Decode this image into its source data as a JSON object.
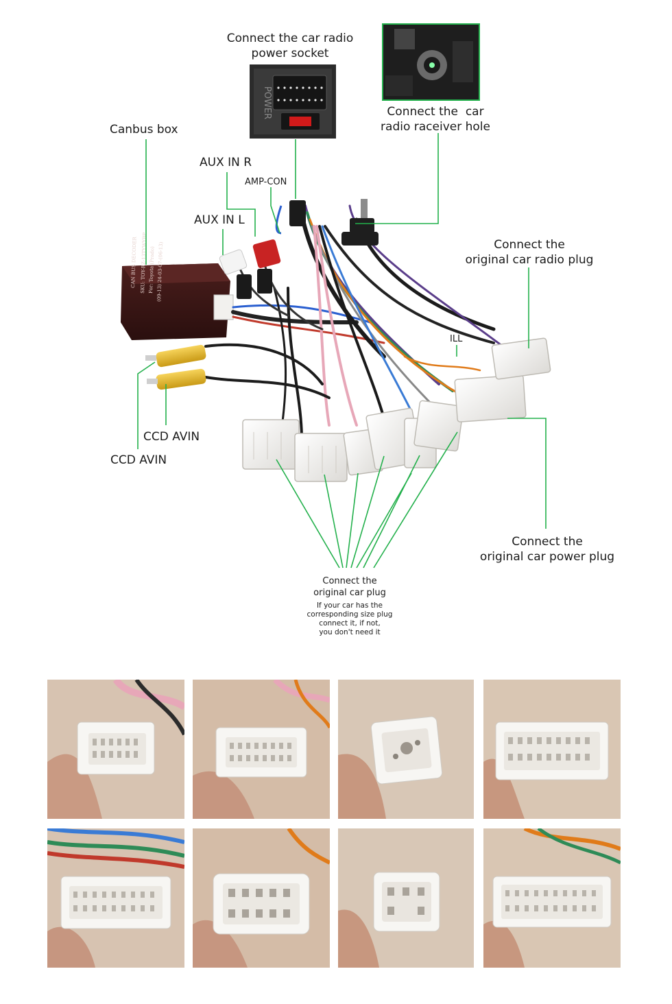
{
  "diagram": {
    "labels": {
      "power_socket": "Connect the car radio\npower socket",
      "receiver_hole": "Connect the  car\nradio raceiver hole",
      "canbus_box": "Canbus box",
      "aux_in_r": "AUX IN R",
      "amp_con": "AMP-CON",
      "aux_in_l": "AUX IN L",
      "original_radio_plug": "Connect the\noriginal car radio plug",
      "ill": "ILL",
      "ccd_avin_1": "CCD AVIN",
      "ccd_avin_2": "CCD AVIN",
      "original_power_plug": "Connect the\noriginal car power plug",
      "original_car_plug": "Connect the\noriginal car plug",
      "original_car_plug_note": "If your car has the\ncorresponding size plug\nconnect it, if not,\nyou don't need it"
    },
    "box_text": {
      "line1": "CAN BUS DECODER",
      "line2": "SKU: TOY-RZ-13TYWYBP",
      "line3": "For: Toyota (Prado)",
      "line4": "(09-13) 24-03-07-(06-13)"
    },
    "power_socket_text": "POWER",
    "leader_color": "#22b04b"
  },
  "photos": {
    "items": [
      {
        "id": "plug-photo-1",
        "kind": "16-pin"
      },
      {
        "id": "plug-photo-2",
        "kind": "20-pin"
      },
      {
        "id": "plug-photo-3",
        "kind": "antenna"
      },
      {
        "id": "plug-photo-4",
        "kind": "28-pin"
      },
      {
        "id": "plug-photo-5",
        "kind": "24-pin"
      },
      {
        "id": "plug-photo-6",
        "kind": "12-pin"
      },
      {
        "id": "plug-photo-7",
        "kind": "8-pin"
      },
      {
        "id": "plug-photo-8",
        "kind": "32-pin"
      }
    ]
  }
}
